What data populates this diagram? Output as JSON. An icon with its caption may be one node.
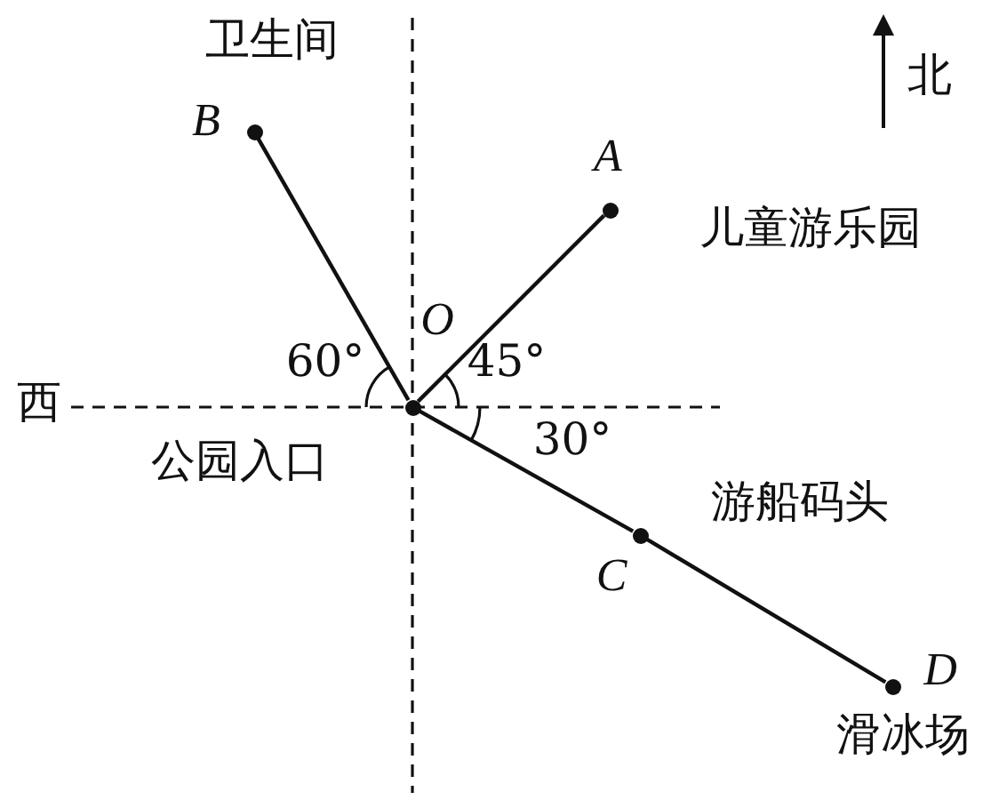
{
  "diagram": {
    "nodes": [
      {
        "text": [
          "O"
        ],
        "beside": [
          "公园入口"
        ]
      },
      {
        "text": [
          "A"
        ],
        "beside": [
          "儿童游乐园"
        ]
      },
      {
        "text": [
          "B"
        ],
        "beside": [
          "卫生间"
        ]
      },
      {
        "text": [
          "C"
        ],
        "beside": [
          "游船码头"
        ]
      },
      {
        "text": [
          "D"
        ],
        "beside": [
          "滑冰场"
        ]
      }
    ],
    "edges": [
      {
        "from": 0,
        "to": 1,
        "arrow": "none"
      },
      {
        "from": 0,
        "to": 2,
        "arrow": "none"
      },
      {
        "from": 0,
        "to": 3,
        "arrow": "none"
      },
      {
        "from": 3,
        "to": 4,
        "arrow": "none"
      }
    ],
    "labels": [
      "北",
      "西",
      "60°",
      "45°",
      "30°"
    ]
  }
}
